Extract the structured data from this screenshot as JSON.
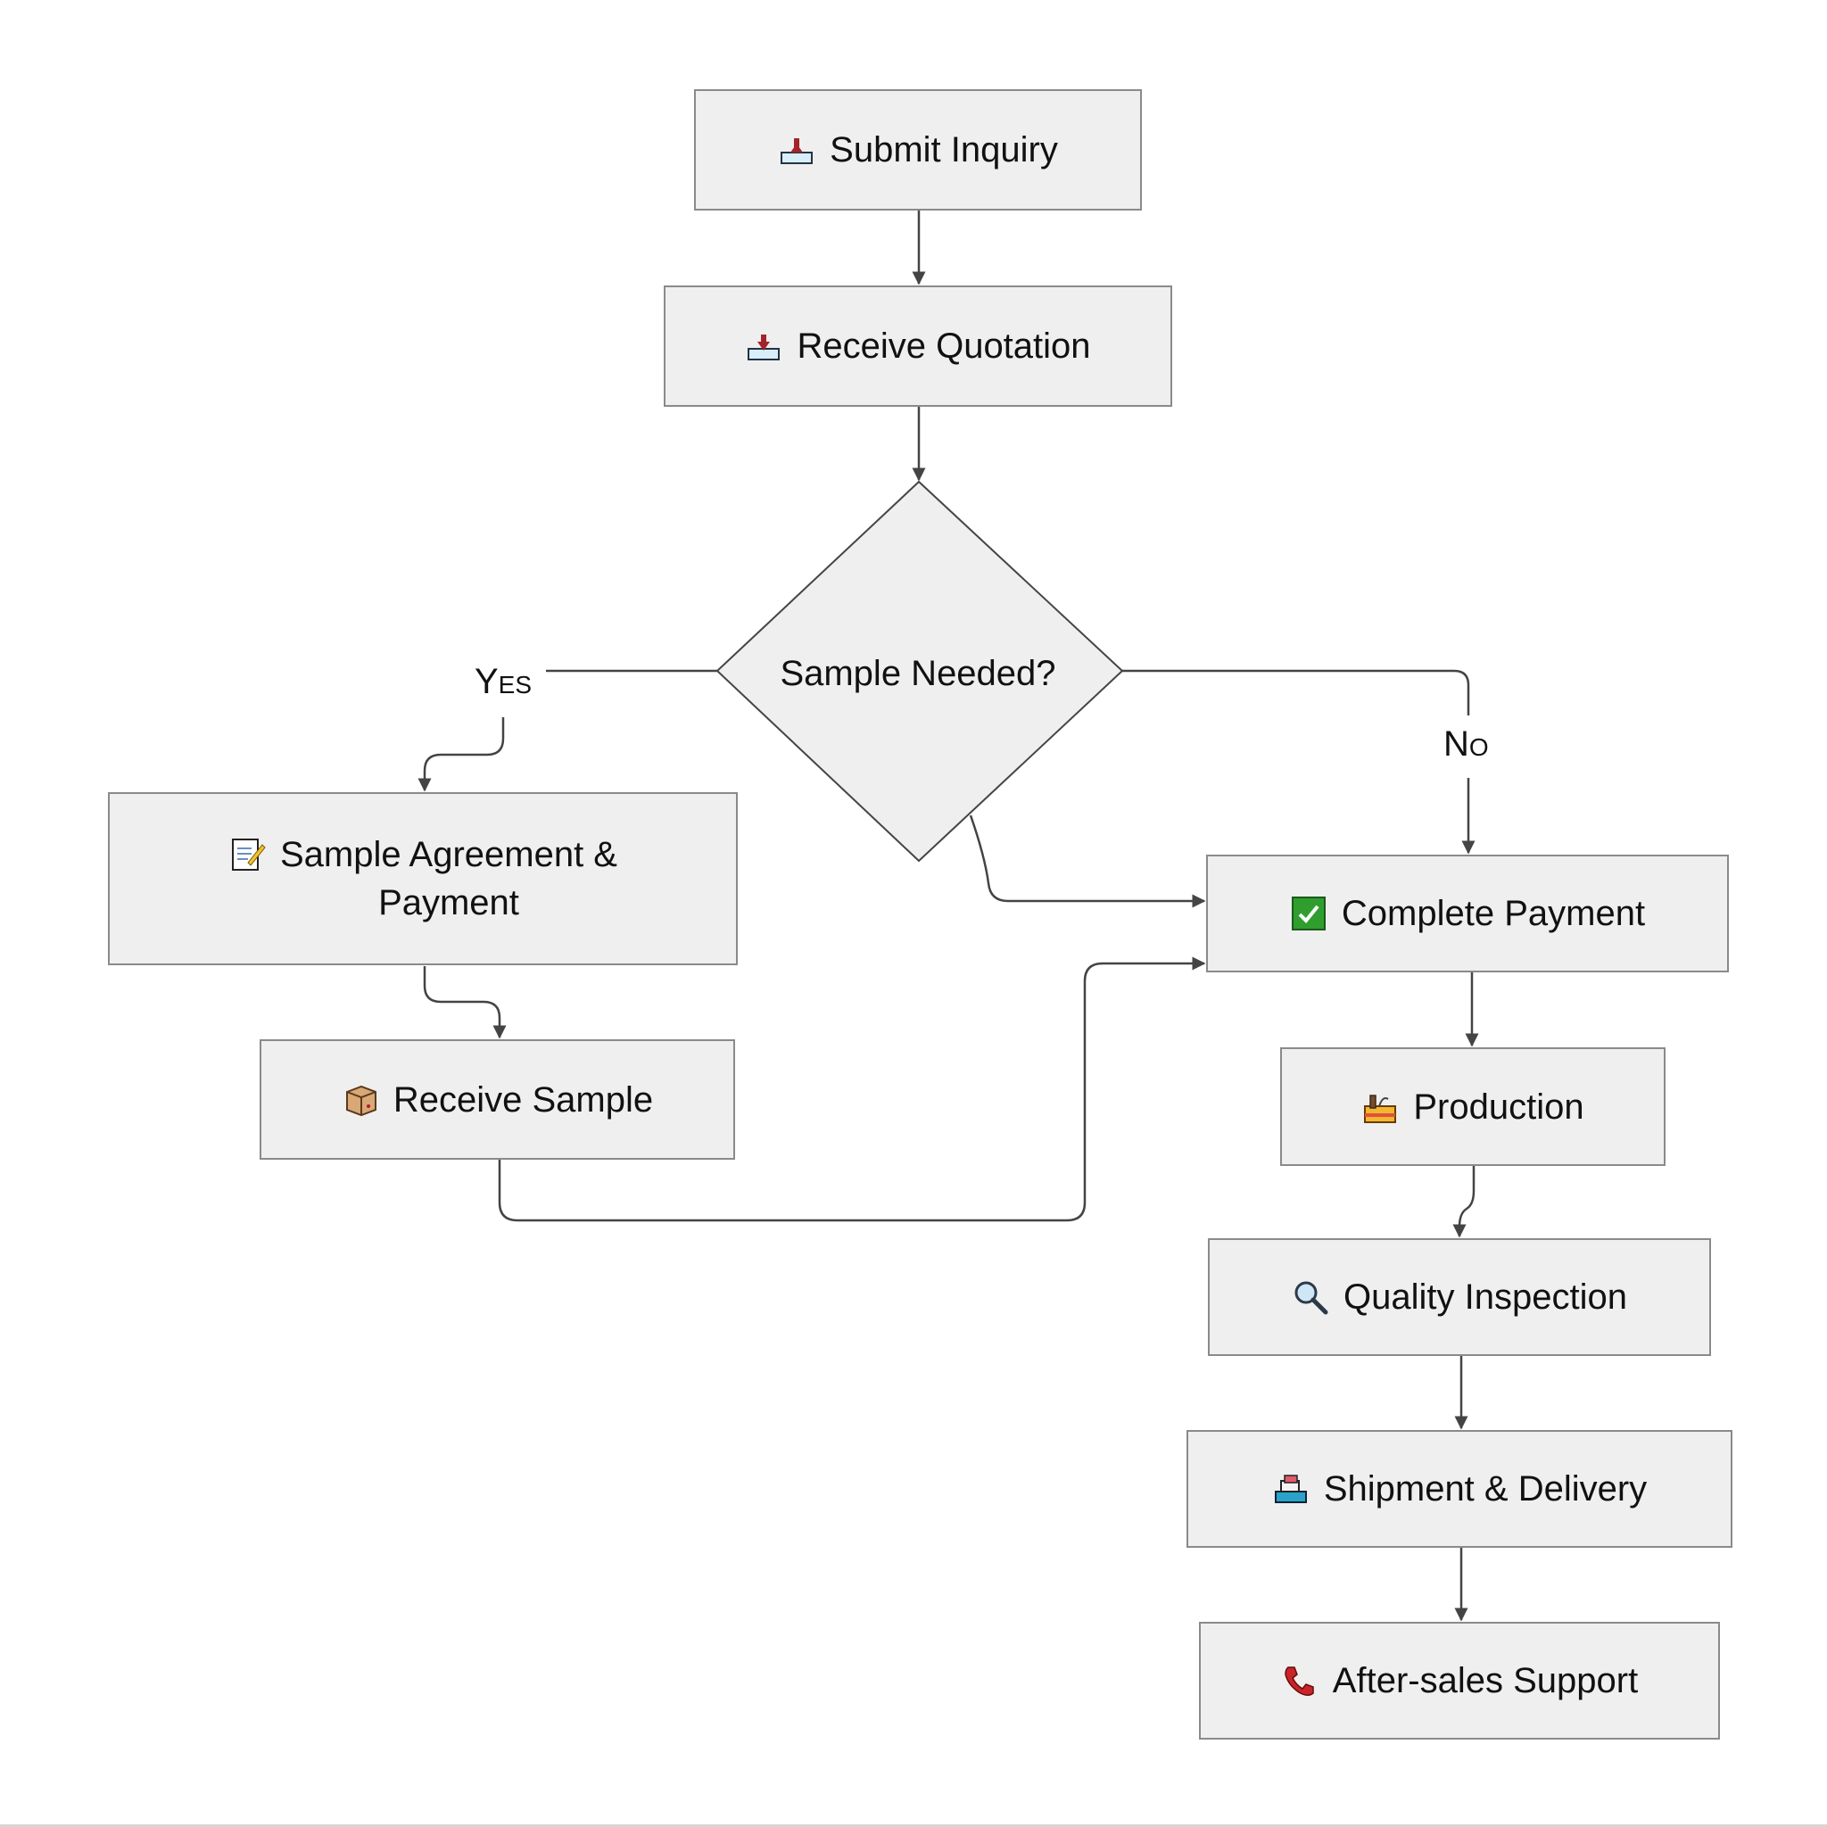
{
  "colors": {
    "node_fill": "#efefef",
    "node_border": "#8a8a8a",
    "edge": "#444444",
    "text": "#111111",
    "check_green": "#2f9e2f"
  },
  "nodes": {
    "submit_inquiry": {
      "label": "Submit Inquiry",
      "icon": "outbox-tray-icon"
    },
    "receive_quotation": {
      "label": "Receive Quotation",
      "icon": "inbox-tray-icon"
    },
    "sample_needed": {
      "label": "Sample Needed?"
    },
    "sample_agreement": {
      "label_line1": "Sample Agreement &",
      "label_line2": "Payment",
      "icon": "memo-icon"
    },
    "receive_sample": {
      "label": "Receive Sample",
      "icon": "package-icon"
    },
    "complete_payment": {
      "label": "Complete Payment",
      "icon": "check-mark-icon"
    },
    "production": {
      "label": "Production",
      "icon": "factory-icon"
    },
    "quality_inspection": {
      "label": "Quality Inspection",
      "icon": "magnifier-icon"
    },
    "shipment_delivery": {
      "label": "Shipment & Delivery",
      "icon": "truck-icon"
    },
    "after_sales": {
      "label": "After-sales Support",
      "icon": "telephone-icon"
    }
  },
  "edge_labels": {
    "yes": "Yes",
    "no": "No"
  }
}
